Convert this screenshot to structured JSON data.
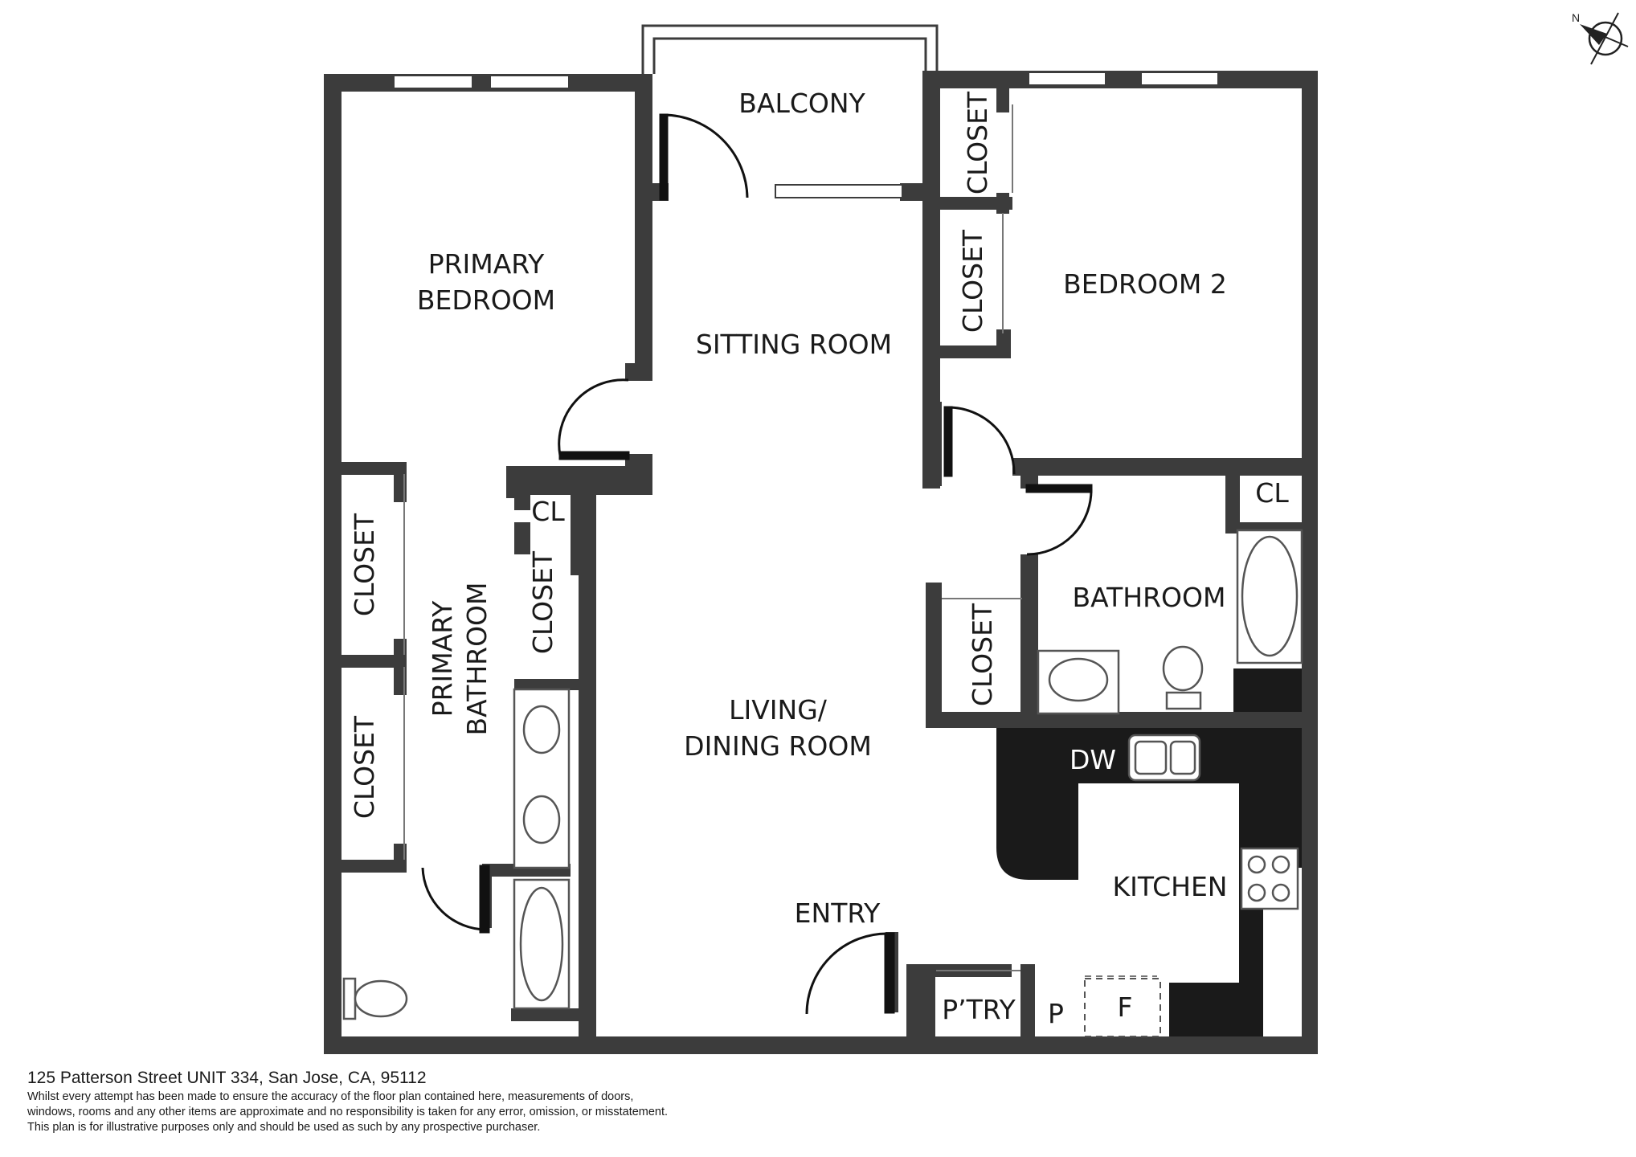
{
  "rooms": {
    "balcony": "BALCONY",
    "primary_bedroom_l1": "PRIMARY",
    "primary_bedroom_l2": "BEDROOM",
    "sitting_room": "SITTING ROOM",
    "bedroom_2": "BEDROOM 2",
    "closet": "CLOSET",
    "cl": "CL",
    "primary_bathroom_l1": "PRIMARY",
    "primary_bathroom_l2": "BATHROOM",
    "living_l1": "LIVING/",
    "living_l2": "DINING ROOM",
    "bathroom": "BATHROOM",
    "dw": "DW",
    "kitchen": "KITCHEN",
    "entry": "ENTRY",
    "pantry": "P’TRY",
    "p": "P",
    "f": "F"
  },
  "compass": {
    "label": "N"
  },
  "footer": {
    "address": "125 Patterson Street UNIT 334, San Jose, CA, 95112",
    "disclaimer_l1": "Whilst every attempt has been made to ensure the accuracy of the floor plan contained here, measurements of doors,",
    "disclaimer_l2": "windows, rooms and any other items are approximate and no responsibility is taken for any error, omission, or misstatement.",
    "disclaimer_l3": "This plan is for illustrative purposes only and should be used as such by any prospective purchaser."
  },
  "colors": {
    "wall": "#3c3c3c",
    "counter": "#1a1a1a",
    "fixture_stroke": "#555555",
    "background": "#ffffff"
  }
}
